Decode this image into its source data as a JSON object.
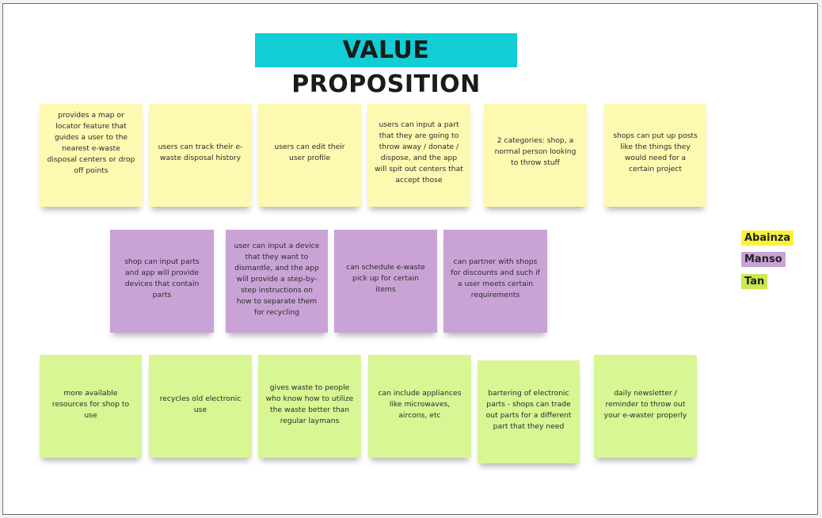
{
  "board": {
    "title": "VALUE PROPOSITION",
    "title_bg": "#12cdd4"
  },
  "notes": {
    "yellow_row": [
      "provides a map or locator feature that guides a user to the nearest e-waste disposal centers or drop off points",
      "users can track their e-waste disposal history",
      "users can edit their user profile",
      "users can input a part that they are going to throw away / donate / dispose, and the app will spit out centers that accept those",
      "2 categories: shop, a normal person looking to throw stuff",
      "shops can put up posts like the things they would need for a certain project"
    ],
    "purple_row": [
      "shop can input parts and app will provide devices that contain parts",
      "user can input a device that they want to dismantle, and the app will provide a step-by-step instructions on how to separate them for recycling",
      "can schedule e-waste pick up for certain items",
      "can partner with shops for discounts and such if a user meets certain requirements"
    ],
    "green_row": [
      "more available resources for shop to use",
      "recycles old electronic use",
      "gives waste to people who know how to utilize the waste better than regular laymans",
      "can include appliances like microwaves, aircons, etc",
      "bartering of electronic parts - shops can trade out parts for a different part that they need",
      "daily newsletter / reminder to throw out your e-waster properly"
    ]
  },
  "legend": [
    {
      "name": "Abainza",
      "color": "#fbf23c"
    },
    {
      "name": "Manso",
      "color": "#c9a3d6"
    },
    {
      "name": "Tan",
      "color": "#c9e94f"
    }
  ],
  "colors": {
    "yellow_note": "#fef9b1",
    "purple_note": "#c9a3d6",
    "green_note": "#d8f693"
  }
}
